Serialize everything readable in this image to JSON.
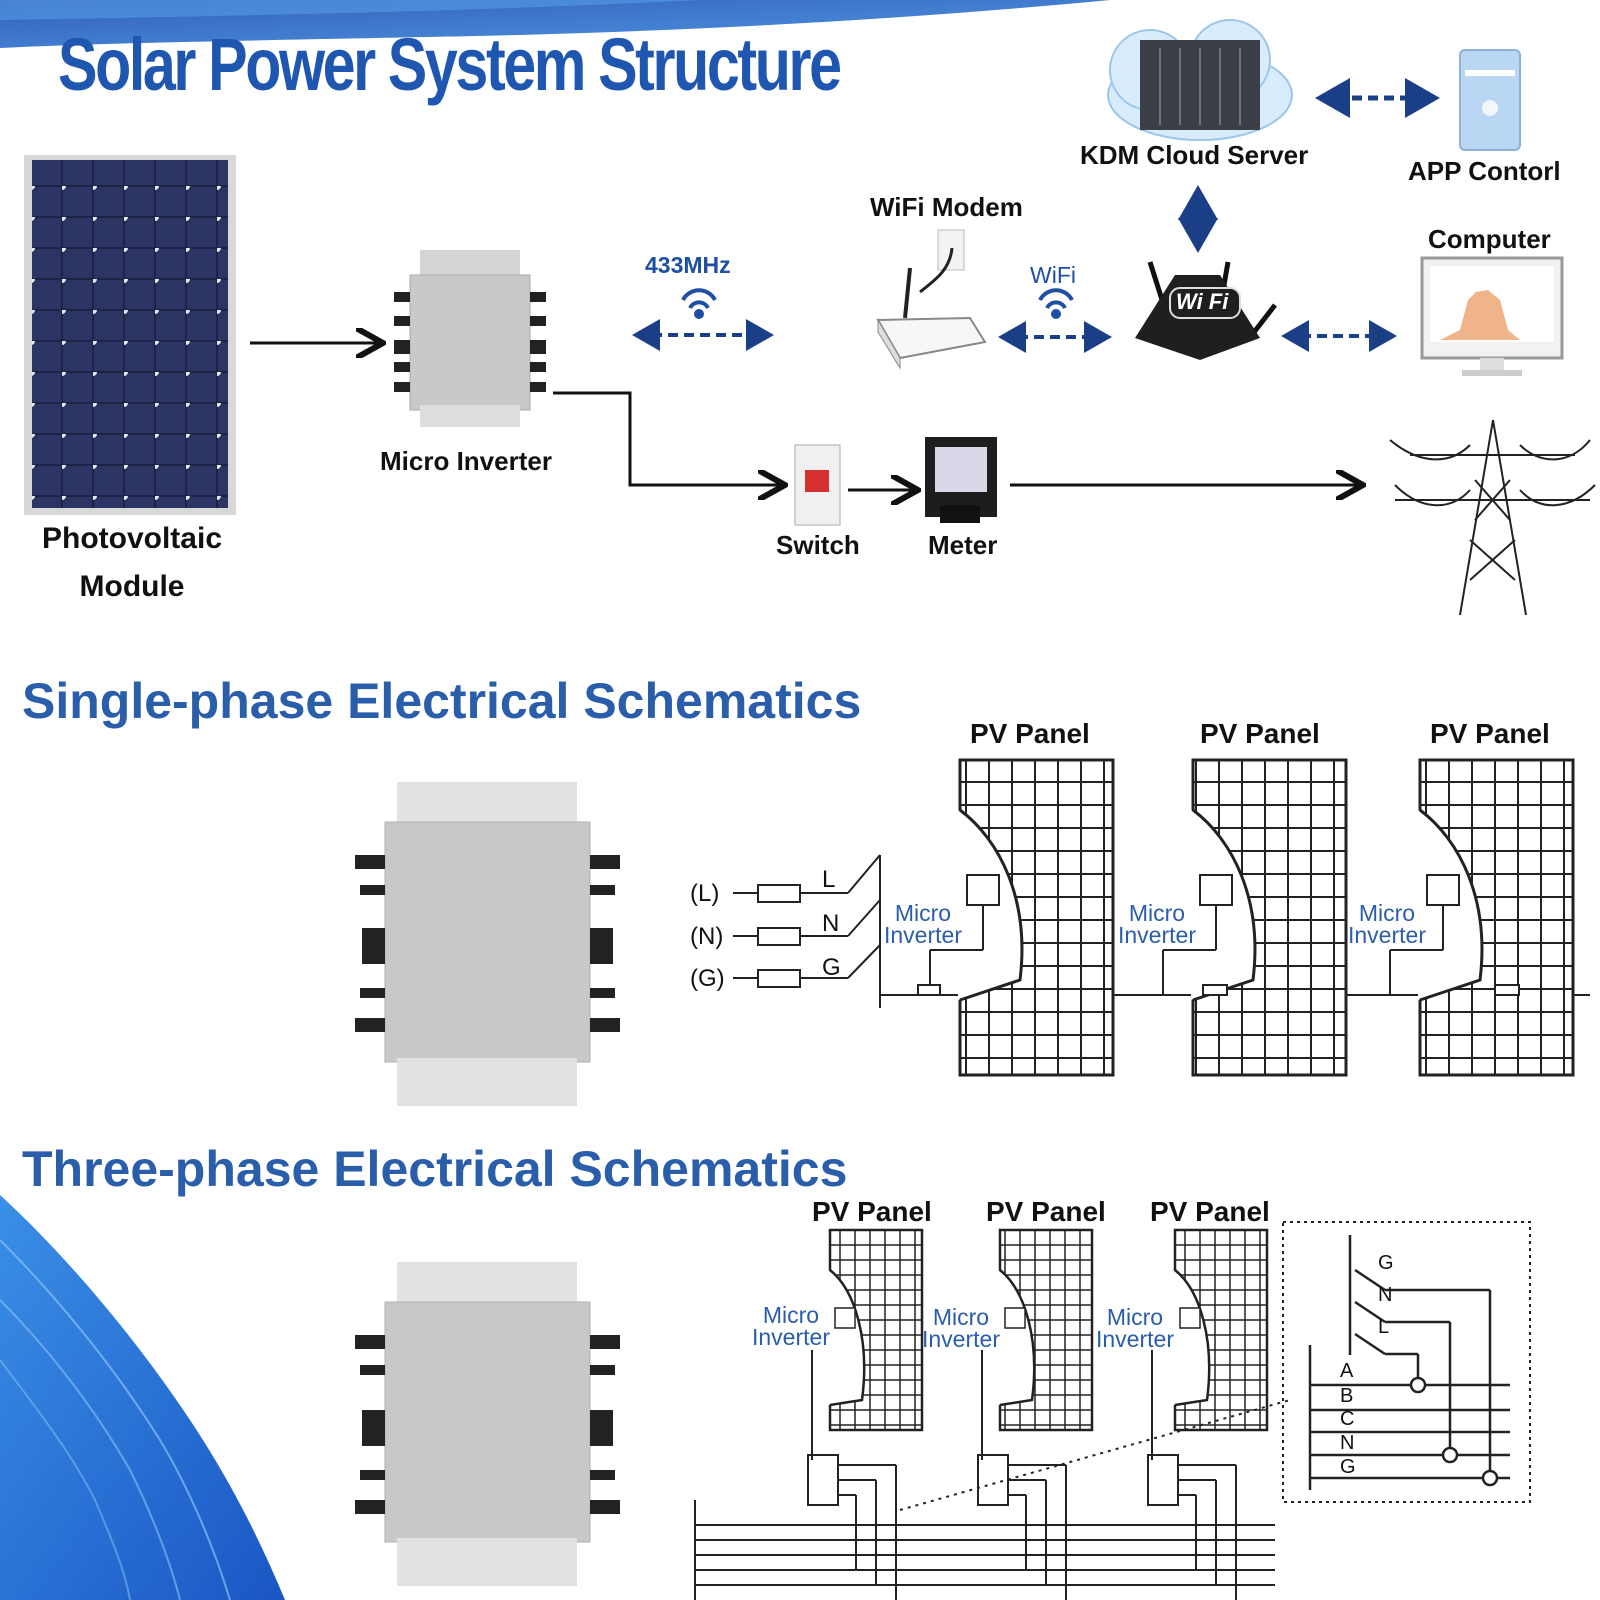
{
  "title": "Solar Power System Structure",
  "structure": {
    "cloud_server": "KDM Cloud Server",
    "app_control": "APP Contorl",
    "wifi_modem": "WiFi Modem",
    "computer": "Computer",
    "freq": "433MHz",
    "wifi": "WiFi",
    "router_text": "Wi Fi",
    "micro_inverter": "Micro Inverter",
    "pv_module_line1": "Photovoltaic",
    "pv_module_line2": "Module",
    "switch": "Switch",
    "meter": "Meter"
  },
  "single_phase": {
    "title": "Single-phase Electrical Schematics",
    "panel_label": "PV Panel",
    "mi_line1": "Micro",
    "mi_line2": "Inverter",
    "terminals": [
      "(L)",
      "(N)",
      "(G)"
    ],
    "wires": [
      "L",
      "N",
      "G"
    ]
  },
  "three_phase": {
    "title": "Three-phase Electrical Schematics",
    "panel_label": "PV Panel",
    "mi_line1": "Micro",
    "mi_line2": "Inverter",
    "inset_top": [
      "G",
      "N",
      "L"
    ],
    "inset_bus": [
      "A",
      "B",
      "C",
      "N",
      "G"
    ]
  },
  "colors": {
    "brand_blue": "#1f57b0",
    "accent_blue": "#2a5daa",
    "arrow_blue": "#1b3f86"
  }
}
